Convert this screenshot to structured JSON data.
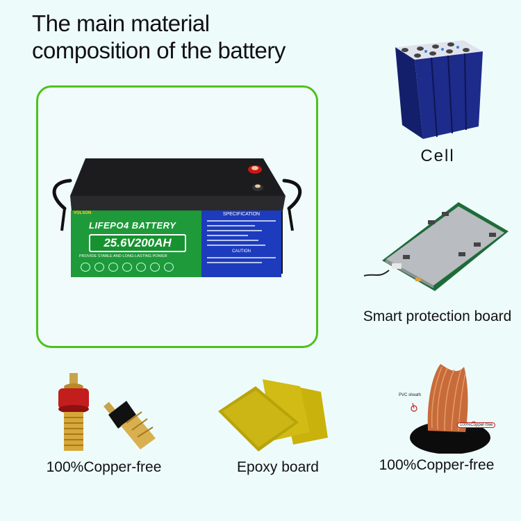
{
  "title": {
    "line1": "The main material",
    "line2": "composition of the battery"
  },
  "battery": {
    "brand": "VOLSON",
    "name": "LIFEPO4 BATTERY",
    "rating": "25.6V200AH",
    "tagline": "PROVIDE STABLE AND LONG-LASTING POWER",
    "spec_heading": "SPECIFICATION",
    "caution_heading": "CAUTION"
  },
  "components": {
    "cell": "Cell",
    "protection_board": "Smart protection board",
    "terminals": "100%Copper-free",
    "epoxy": "Epoxy board",
    "wire": "100%Copper-free",
    "wire_sheath_label": "PVC sheath",
    "wire_core_label": "100%Copper-free"
  },
  "colors": {
    "frame": "#4cc21d",
    "battery_label": "#1e9a3a",
    "spec_panel": "#1d3bbd",
    "cell_blue": "#1d2b8a"
  }
}
